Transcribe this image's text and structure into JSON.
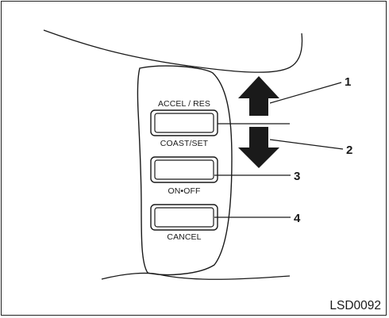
{
  "buttons": {
    "accel_res_label": "ACCEL / RES",
    "coast_set_label": "COAST/SET",
    "on_off_label": "ON•OFF",
    "cancel_label": "CANCEL"
  },
  "callouts": [
    "1",
    "2",
    "3",
    "4"
  ],
  "figure_code": "LSD0092",
  "colors": {
    "line": "#1a1a1a",
    "background": "#ffffff"
  }
}
